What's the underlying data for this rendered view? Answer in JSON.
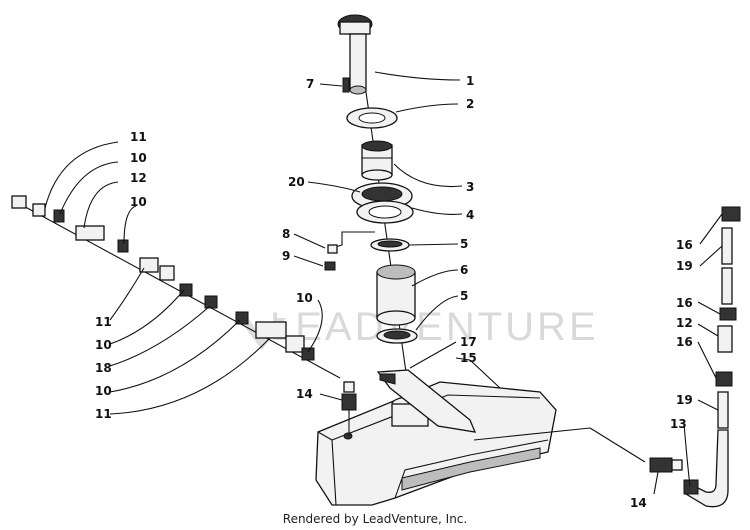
{
  "watermark": "LEADVENTURE",
  "footer": "Rendered by LeadVenture, Inc.",
  "callouts": {
    "c1": "1",
    "c2": "2",
    "c3": "3",
    "c4": "4",
    "c5a": "5",
    "c5b": "5",
    "c6": "6",
    "c7": "7",
    "c8": "8",
    "c9": "9",
    "c20": "20",
    "c17": "17",
    "c15": "15",
    "c11a": "11",
    "c10a": "10",
    "c12a": "12",
    "c10b": "10",
    "c11b": "11",
    "c10c": "10",
    "c18": "18",
    "c10d": "10",
    "c11c": "11",
    "c10e": "10",
    "c14a": "14",
    "c16a": "16",
    "c19a": "19",
    "c16b": "16",
    "c12b": "12",
    "c16c": "16",
    "c19b": "19",
    "c13": "13",
    "c14b": "14"
  }
}
